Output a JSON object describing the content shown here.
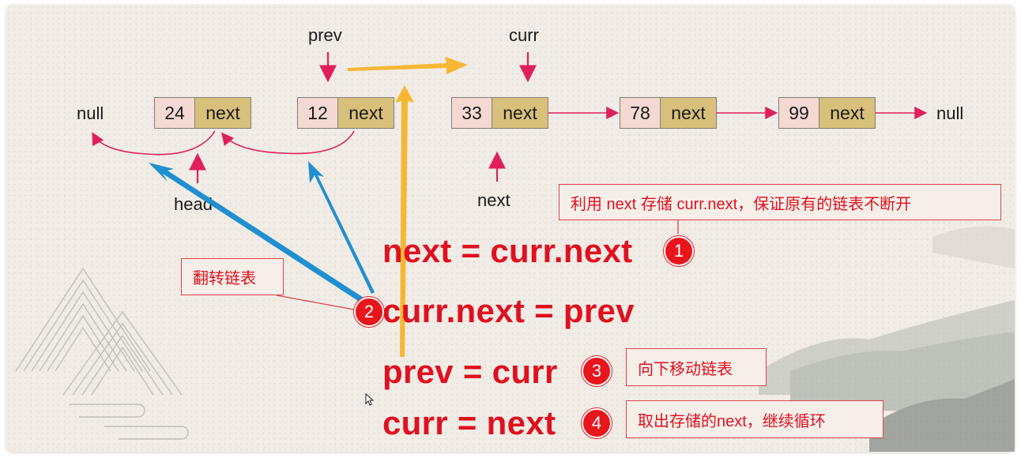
{
  "diagram": {
    "null_left": "null",
    "null_right": "null",
    "pointers": {
      "prev": "prev",
      "curr": "curr",
      "head": "head",
      "next": "next"
    },
    "nodes": [
      {
        "value": "24",
        "next": "next"
      },
      {
        "value": "12",
        "next": "next"
      },
      {
        "value": "33",
        "next": "next"
      },
      {
        "value": "78",
        "next": "next"
      },
      {
        "value": "99",
        "next": "next"
      }
    ]
  },
  "steps": [
    {
      "number": "1",
      "code": "next = curr.next",
      "note": "利用 next 存储 curr.next，保证原有的链表不断开"
    },
    {
      "number": "2",
      "code": "curr.next = prev",
      "note": "翻转链表"
    },
    {
      "number": "3",
      "code": "prev = curr",
      "note": "向下移动链表"
    },
    {
      "number": "4",
      "code": "curr = next",
      "note": "取出存储的next，继续循环"
    }
  ],
  "colors": {
    "code_red": "#e0101f",
    "arrow_red": "#e0205a",
    "arrow_blue": "#1f8fcf",
    "arrow_yellow": "#f7b733",
    "node_value_bg": "#f3d9d2",
    "node_next_bg": "#d9c07a"
  }
}
